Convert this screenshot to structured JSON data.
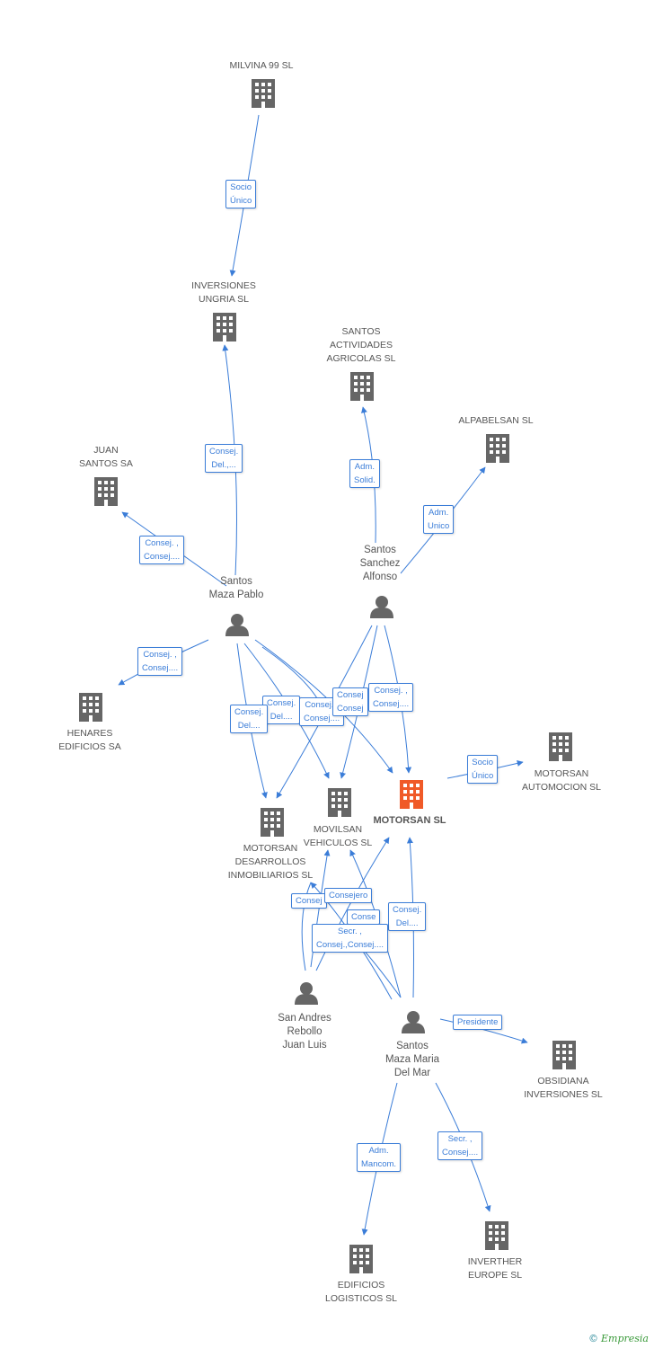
{
  "colors": {
    "edge": "#3b7dd8",
    "company": "#666666",
    "focus": "#f05a28",
    "person": "#666666"
  },
  "nodes": {
    "milvina": {
      "label": "MILVINA 99 SL",
      "kind": "company"
    },
    "ungria": {
      "label": "INVERSIONES\nUNGRIA SL",
      "kind": "company"
    },
    "santos_agricolas": {
      "label": "SANTOS\nACTIVIDADES\nAGRICOLAS SL",
      "kind": "company"
    },
    "alpabelsan": {
      "label": "ALPABELSAN SL",
      "kind": "company"
    },
    "juan_santos": {
      "label": "JUAN\nSANTOS SA",
      "kind": "company"
    },
    "santos_pablo": {
      "label": "Santos\nMaza Pablo",
      "kind": "person"
    },
    "santos_alfonso": {
      "label": "Santos\nSanchez\nAlfonso",
      "kind": "person"
    },
    "henares": {
      "label": "HENARES\nEDIFICIOS SA",
      "kind": "company"
    },
    "motorsan_automocion": {
      "label": "MOTORSAN\nAUTOMOCION SL",
      "kind": "company"
    },
    "motorsan": {
      "label": "MOTORSAN SL",
      "kind": "focus"
    },
    "movilsan": {
      "label": "MOVILSAN\nVEHICULOS SL",
      "kind": "company"
    },
    "motorsan_desarrollos": {
      "label": "MOTORSAN\nDESARROLLOS\nINMOBILIARIOS SL",
      "kind": "company"
    },
    "san_andres": {
      "label": "San Andres\nRebollo\nJuan Luis",
      "kind": "person"
    },
    "santos_mar": {
      "label": "Santos\nMaza Maria\nDel Mar",
      "kind": "person"
    },
    "obsidiana": {
      "label": "OBSIDIANA\nINVERSIONES SL",
      "kind": "company"
    },
    "edificios": {
      "label": "EDIFICIOS\nLOGISTICOS SL",
      "kind": "company"
    },
    "inverther": {
      "label": "INVERTHER\nEUROPE SL",
      "kind": "company"
    }
  },
  "relations": [
    {
      "label": "Socio\nÚnico"
    },
    {
      "label": "Consej.\nDel.,..."
    },
    {
      "label": "Adm.\nSolid."
    },
    {
      "label": "Adm.\nUnico"
    },
    {
      "label": "Consej. ,\nConsej...."
    },
    {
      "label": "Consej. ,\nConsej...."
    },
    {
      "label": "Consej.\nDel...."
    },
    {
      "label": "Consej.\nDel...."
    },
    {
      "label": "Consej. ,\nConsej...."
    },
    {
      "label": "Consej\nConsej"
    },
    {
      "label": "Consej. ,\nConsej...."
    },
    {
      "label": "Socio\nÚnico"
    },
    {
      "label": "Consej"
    },
    {
      "label": "Consejero"
    },
    {
      "label": "Conse"
    },
    {
      "label": "Consej.\nDel...."
    },
    {
      "label": "Secr. ,\nConsej.,Consej...."
    },
    {
      "label": "Presidente"
    },
    {
      "label": "Adm.\nMancom."
    },
    {
      "label": "Secr. ,\nConsej...."
    }
  ],
  "credit": {
    "symbol": "©",
    "brand": "Empresia"
  }
}
